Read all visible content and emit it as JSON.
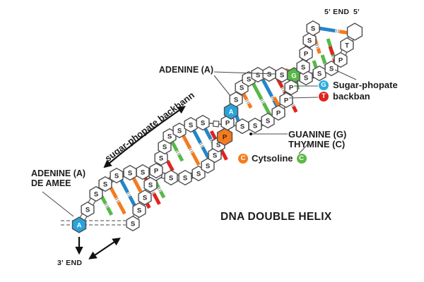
{
  "title": "DNA DOUBLE HELIX",
  "labels": {
    "five_end_left": "5' END",
    "five_end_right": "5'",
    "three_end": "3' END",
    "adenine_top": "ADENINE (A)",
    "adenine_bottom_line1": "ADENINE (A)",
    "adenine_bottom_line2": "DE AMEE",
    "backbone_arrow_text": "sugar-phopate backbann",
    "legend_sugar_line1": "Sugar-phopate",
    "legend_sugar_line2": "backban",
    "guanine": "GUANINE (G)",
    "thymine": "THYMINE (C)",
    "cytosine": "Cytsoline"
  },
  "badges": {
    "sugar": {
      "letter": "G",
      "color": "#29ABE2"
    },
    "backbone": {
      "letter": "T",
      "color": "#E0241F"
    },
    "cytosine_orange": {
      "letter": "C",
      "color": "#F47B20"
    },
    "cytosine_green": {
      "letter": "C",
      "color": "#5CBA47"
    }
  },
  "palette": {
    "g": "#56B947",
    "o": "#F47B20",
    "b": "#2585C7",
    "r": "#E0241F",
    "hex_stroke": "#4d4d4f",
    "hex_fill": "#ffffff",
    "letter_color": "#2a2a2a",
    "line_color": "#4d4d4f",
    "arrow_color": "#111111",
    "bond_mark_color": "#8f8f8f"
  },
  "helix": {
    "strand1_letters": [
      "A",
      "S",
      "S",
      "S",
      "S",
      "S",
      "S",
      "P",
      "S",
      "S",
      "S",
      "S",
      "S",
      "S",
      "P",
      "P",
      "A",
      "S",
      "S",
      "S",
      "S",
      "S",
      "S",
      "G",
      "S",
      "S",
      "S",
      "P",
      "T",
      ""
    ],
    "strand2_letters": [
      "S",
      "S",
      "S",
      "S",
      "P",
      "S",
      "S",
      "S",
      "S",
      "S",
      "S",
      "S",
      "S",
      "S",
      "P",
      "P",
      "P",
      "S",
      "P",
      "S",
      "S"
    ],
    "special_nodes": [
      {
        "strand": 1,
        "index": 0,
        "fill": "#29A3DC",
        "text": "#ffffff",
        "r": 11
      },
      {
        "strand": 1,
        "index": 14,
        "fill": "#F47B20",
        "text": "#3d2503",
        "r": 12
      },
      {
        "strand": 1,
        "index": 16,
        "fill": "#29A3DC",
        "text": "#ffffff",
        "r": 11
      },
      {
        "strand": 1,
        "index": 23,
        "fill": "#56B947",
        "text": "#ffffff",
        "r": 11
      },
      {
        "strand": 1,
        "index": 29,
        "fill": "#ffffff",
        "text": "#2a2a2a",
        "r": 12
      }
    ],
    "rung_colors": {
      "eyeA": [
        [
          "g",
          "g"
        ],
        [
          "o",
          "o"
        ],
        [
          "b",
          "b"
        ],
        [
          "o",
          "r"
        ],
        [
          "r",
          "r"
        ],
        [
          "g",
          "g"
        ]
      ],
      "eyeB": [
        [
          "r",
          "r"
        ],
        [
          "g",
          "g"
        ],
        [
          "o",
          "o"
        ],
        [
          "b",
          "b"
        ],
        [
          "b",
          "b"
        ],
        [
          "r",
          "r"
        ]
      ],
      "eyeC": [
        [
          "b",
          "b"
        ],
        [
          "o",
          "o"
        ],
        [
          "g",
          "g"
        ],
        [
          "b",
          "b"
        ],
        [
          "o",
          "o"
        ],
        [
          "r",
          "r"
        ],
        [
          "r",
          "r"
        ],
        [
          "o",
          "o"
        ],
        [
          "g",
          "g"
        ]
      ],
      "eyeD": [
        [
          "b",
          "o"
        ],
        [
          "o",
          "o"
        ],
        [
          "g",
          "g"
        ],
        [
          "r",
          "r"
        ],
        [
          "g",
          "g"
        ],
        [
          "g",
          "g"
        ]
      ]
    }
  }
}
